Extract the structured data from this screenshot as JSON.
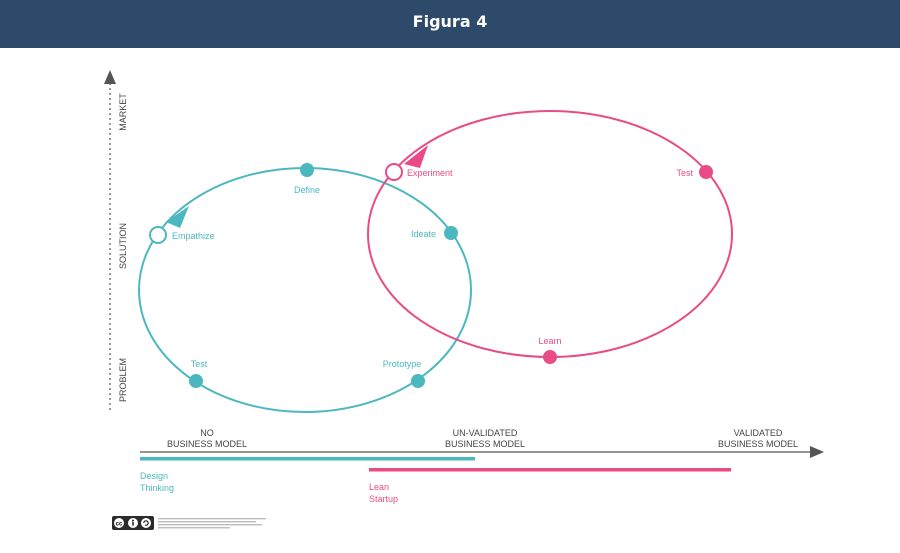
{
  "header": {
    "title": "Figura 4"
  },
  "colors": {
    "teal": "#4bb8bf",
    "pink": "#e94b86",
    "header_bg": "#2d4a6b",
    "axis": "#555555"
  },
  "y_axis": {
    "labels": [
      "MARKET",
      "SOLUTION",
      "PROBLEM"
    ]
  },
  "x_axis": {
    "labels": [
      [
        "NO",
        "BUSINESS MODEL"
      ],
      [
        "UN-VALIDATED",
        "BUSINESS MODEL"
      ],
      [
        "VALIDATED",
        "BUSINESS MODEL"
      ]
    ]
  },
  "loops": {
    "design_thinking": {
      "name": [
        "Design",
        "Thinking"
      ],
      "nodes": [
        "Empathize",
        "Define",
        "Ideate",
        "Prototype",
        "Test"
      ]
    },
    "lean_startup": {
      "name": [
        "Lean",
        "Startup"
      ],
      "nodes": [
        "Experiment",
        "Test",
        "Learn"
      ]
    }
  },
  "license": {
    "icon": "cc-by-sa-icon"
  }
}
